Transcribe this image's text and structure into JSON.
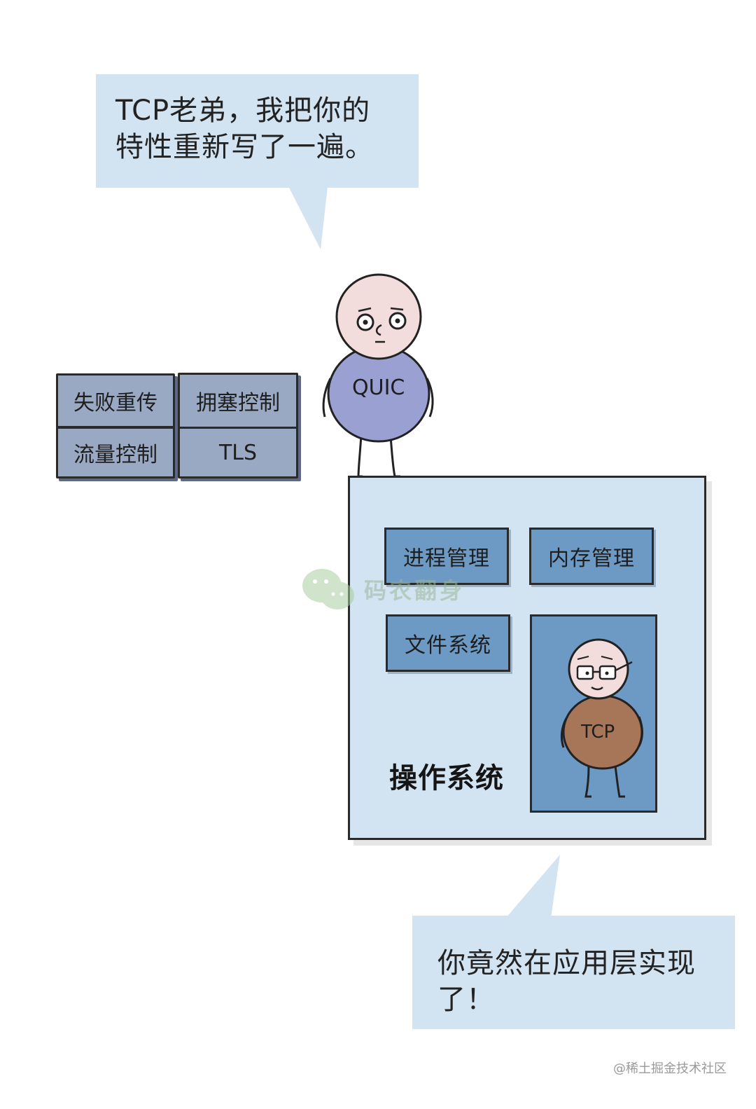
{
  "speech_top": {
    "line1": "TCP老弟，我把你的",
    "line2": "特性重新写了一遍。"
  },
  "feature_blocks": [
    {
      "label": "失败重传"
    },
    {
      "label": "拥塞控制"
    },
    {
      "label": "流量控制"
    },
    {
      "label": "TLS"
    }
  ],
  "quic_character": {
    "label": "QUIC",
    "color": "#9aa0d2"
  },
  "operating_system": {
    "label": "操作系统",
    "items": [
      {
        "label": "进程管理"
      },
      {
        "label": "内存管理"
      },
      {
        "label": "文件系统"
      }
    ]
  },
  "tcp_character": {
    "label": "TCP",
    "color": "#a77558"
  },
  "speech_bottom": {
    "line1": "你竟然在应用层实现",
    "line2": "了！"
  },
  "watermark": {
    "text": "码农翻身"
  },
  "footer": {
    "credit": "@稀土掘金技术社区"
  }
}
